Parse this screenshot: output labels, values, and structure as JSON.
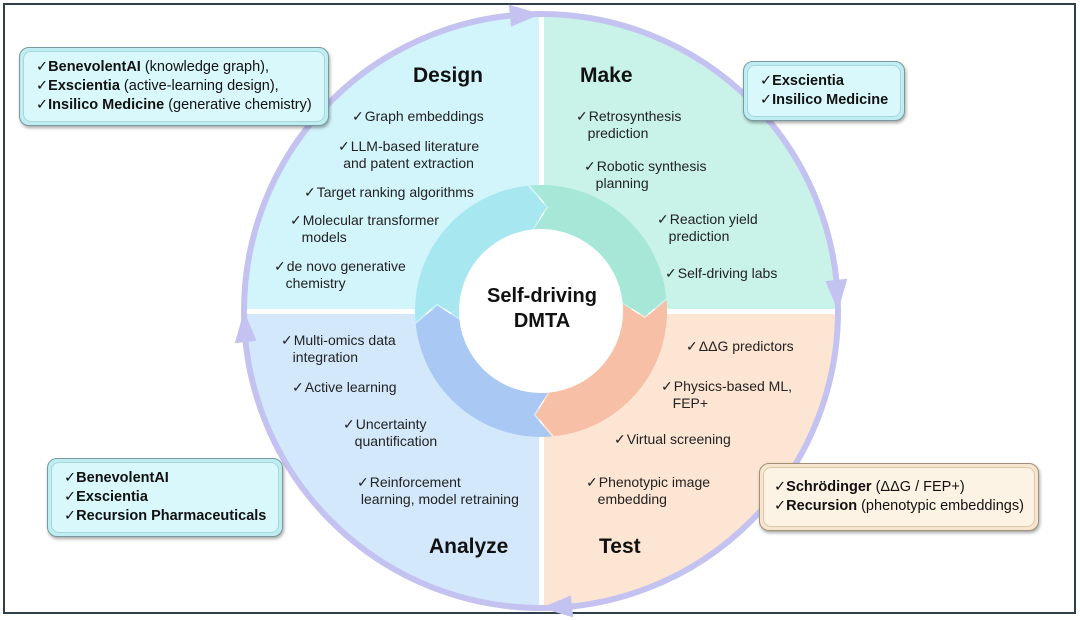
{
  "center": {
    "line1": "Self-driving",
    "line2": "DMTA"
  },
  "colors": {
    "design": "#d2f5fb",
    "make": "#c9f3e9",
    "analyze": "#d3e9fb",
    "test": "#fde5d3",
    "design_inner": "#a7e7ef",
    "make_inner": "#a6e7d8",
    "analyze_inner": "#a9c9f4",
    "test_inner": "#f7bfa6",
    "cycle_arrow": "#c4c2f1",
    "frame": "#2f3f4c"
  },
  "phases": {
    "design": {
      "title": "Design",
      "items": [
        [
          "Graph embeddings"
        ],
        [
          "LLM-based literature",
          "and patent extraction"
        ],
        [
          "Target ranking algorithms"
        ],
        [
          "Molecular transformer",
          "models"
        ],
        [
          "de novo generative",
          "chemistry"
        ]
      ]
    },
    "make": {
      "title": "Make",
      "items": [
        [
          "Retrosynthesis",
          "prediction"
        ],
        [
          "Robotic synthesis",
          "planning"
        ],
        [
          "Reaction yield",
          "prediction"
        ],
        [
          "Self-driving labs"
        ]
      ]
    },
    "analyze": {
      "title": "Analyze",
      "items": [
        [
          "Multi-omics data",
          "integration"
        ],
        [
          "Active learning"
        ],
        [
          "Uncertainty",
          "quantification"
        ],
        [
          "Reinforcement",
          "learning, model retraining"
        ]
      ]
    },
    "test": {
      "title": "Test",
      "items": [
        [
          "ΔΔG predictors"
        ],
        [
          "Physics-based ML,",
          "FEP+"
        ],
        [
          "Virtual screening"
        ],
        [
          "Phenotypic image",
          "embedding"
        ]
      ]
    }
  },
  "check_glyph": "✓",
  "callouts": {
    "design": [
      {
        "company": "BenevolentAI",
        "note": " (knowledge graph),"
      },
      {
        "company": "Exscientia",
        "note": " (active-learning design),"
      },
      {
        "company": "Insilico Medicine",
        "note": " (generative chemistry)"
      }
    ],
    "make": [
      {
        "company": "Exscientia",
        "note": ""
      },
      {
        "company": "Insilico Medicine",
        "note": ""
      }
    ],
    "analyze": [
      {
        "company": "BenevolentAI",
        "note": ""
      },
      {
        "company": "Exscientia",
        "note": ""
      },
      {
        "company": "Recursion Pharmaceuticals",
        "note": ""
      }
    ],
    "test": [
      {
        "company": "Schrödinger",
        "note": " (ΔΔG / FEP+)"
      },
      {
        "company": "Recursion",
        "note": " (phenotypic embeddings)"
      }
    ]
  }
}
